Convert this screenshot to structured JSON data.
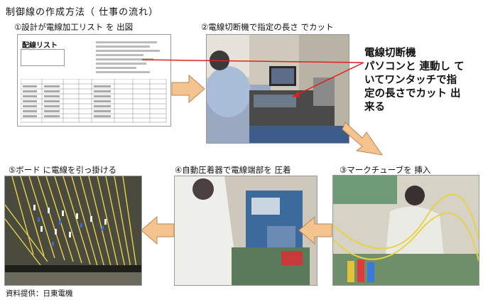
{
  "title": "制御線の作成方法（ 仕事の流れ）",
  "steps": [
    {
      "label": "①設計が電線加工リスト を 出図"
    },
    {
      "label": "②電線切断機で指定の長さ でカット"
    },
    {
      "label": "③マークチューブを 挿入"
    },
    {
      "label": "④自動圧着器で電線端部を 圧着"
    },
    {
      "label": "⑤ボード に電線を引っ掛ける"
    }
  ],
  "callout": {
    "heading": "電線切断機",
    "body_line1": "パソコンと 連動し て",
    "body_line2": "いてワンタッチで指",
    "body_line3": "定の長さでカット 出",
    "body_line4": "来る"
  },
  "document": {
    "header": "配線リスト"
  },
  "credit": "資料提供：日東電機",
  "colors": {
    "arrow_fill": "#f5c38e",
    "arrow_stroke": "#b8875a",
    "callout_line": "#e02020",
    "cable_yellow": "#e8d24a"
  }
}
